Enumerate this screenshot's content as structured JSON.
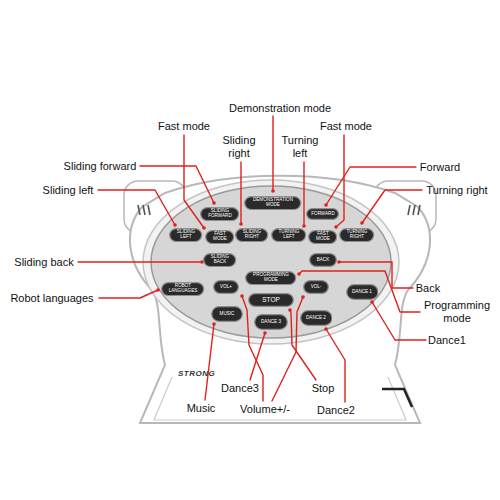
{
  "diagram": {
    "nodes": [
      {
        "text": [
          "STRONG"
        ]
      },
      {
        "text": [
          "DEMONSTRATION MODE"
        ],
        "in": 0
      },
      {
        "text": [
          "SLIDING FORWARD"
        ],
        "in": 0
      },
      {
        "text": [
          "FORWARD"
        ],
        "in": 0
      },
      {
        "text": [
          "SLIDING LEFT"
        ],
        "in": 0
      },
      {
        "text": [
          "FAST MODE"
        ],
        "in": 0
      },
      {
        "text": [
          "SLIDING RIGHT"
        ],
        "in": 0
      },
      {
        "text": [
          "TURNING LEFT"
        ],
        "in": 0
      },
      {
        "text": [
          "FAST MODE"
        ],
        "in": 0
      },
      {
        "text": [
          "TURNING RIGHT"
        ],
        "in": 0
      },
      {
        "text": [
          "SLIDING BACK"
        ],
        "in": 0
      },
      {
        "text": [
          "BACK"
        ],
        "in": 0
      },
      {
        "text": [
          "PROGRAMMING MODE"
        ],
        "in": 0
      },
      {
        "text": [
          "ROBOT LANGUAGES"
        ],
        "in": 0
      },
      {
        "text": [
          "VOL+"
        ],
        "in": 0
      },
      {
        "text": [
          "VOL-"
        ],
        "in": 0
      },
      {
        "text": [
          "DANCE 1"
        ],
        "in": 0
      },
      {
        "text": [
          "STOP"
        ],
        "in": 0
      },
      {
        "text": [
          "MUSIC"
        ],
        "in": 0
      },
      {
        "text": [
          "DANCE 3"
        ],
        "in": 0
      },
      {
        "text": [
          "DANCE 2"
        ],
        "in": 0
      }
    ],
    "labels": [
      "Demonstration mode",
      "Fast mode",
      "Sliding right",
      "Turning left",
      "Fast mode",
      "Sliding forward",
      "Forward",
      "Sliding left",
      "Turning right",
      "Sliding back",
      "Back",
      "Programming mode",
      "Robot languages",
      "Dance1",
      "Dance3",
      "Stop",
      "Music",
      "Volume+/-",
      "Dance2"
    ]
  }
}
